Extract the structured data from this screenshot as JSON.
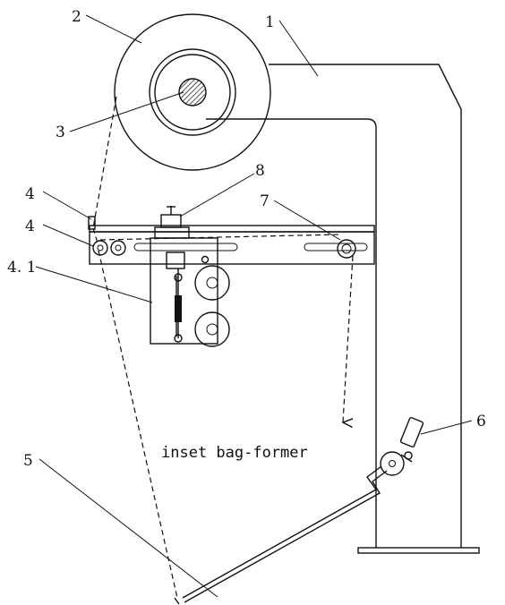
{
  "labels": {
    "l1": "1",
    "l2": "2",
    "l3": "3",
    "l4a": "4",
    "l4b": "4",
    "l41": "4. 1",
    "l5": "5",
    "l6": "6",
    "l7": "7",
    "l8": "8"
  },
  "annotation": "inset bag-former",
  "colors": {
    "line": "#111111",
    "background": "#ffffff"
  }
}
